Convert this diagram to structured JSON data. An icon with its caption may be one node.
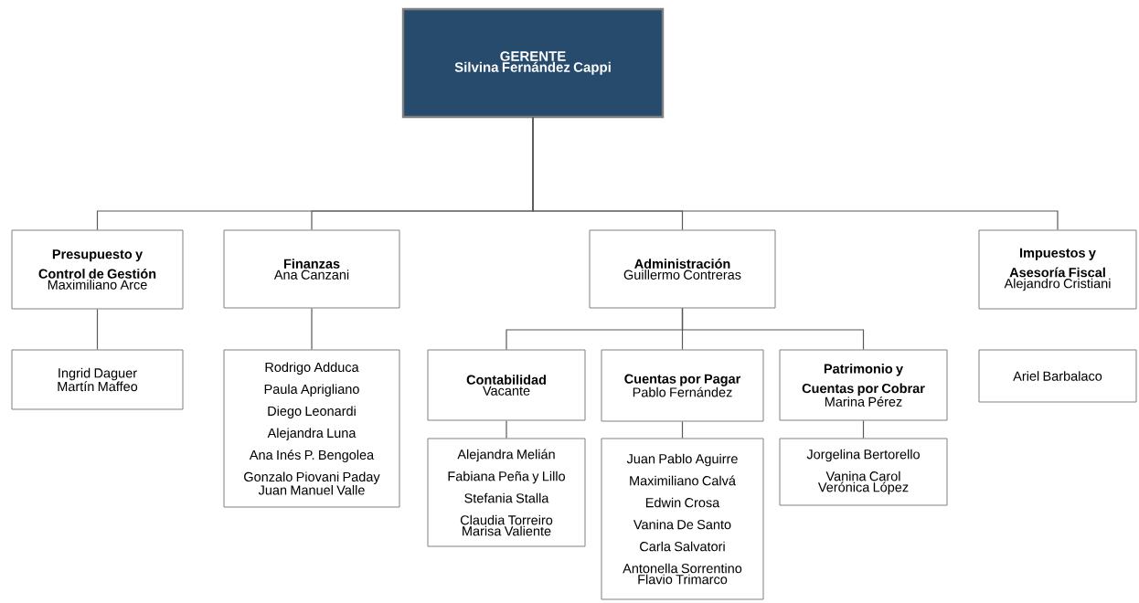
{
  "diagram": {
    "nodes": [
      {
        "text": [
          "GERENTE",
          "Silvina Fernández Cappi"
        ]
      },
      {
        "text": [
          "Presupuesto y Control de Gestión",
          "Maximiliano Arce"
        ]
      },
      {
        "text": [
          "Ingrid Daguer",
          "Martín Maffeo"
        ]
      },
      {
        "text": [
          "Finanzas",
          "Ana Canzani"
        ]
      },
      {
        "text": [
          "Rodrigo Adduca",
          "Paula Aprigliano",
          "Diego Leonardi",
          "Alejandra Luna",
          "Ana Inés P. Bengolea",
          "Gonzalo Piovani Paday",
          "Juan Manuel Valle"
        ]
      },
      {
        "text": [
          "Administración",
          "Guillermo Contreras"
        ]
      },
      {
        "text": [
          "Contabilidad",
          "Vacante"
        ]
      },
      {
        "text": [
          "Alejandra Melián",
          "Fabiana Peña y Lillo",
          "Stefania Stalla",
          "Claudia Torreiro",
          "Marisa Valiente"
        ]
      },
      {
        "text": [
          "Cuentas por Pagar",
          "Pablo Fernández"
        ]
      },
      {
        "text": [
          "Juan Pablo Aguirre",
          "Maximiliano Calvá",
          "Edwin Crosa",
          "Vanina De Santo",
          "Carla Salvatori",
          "Antonella Sorrentino",
          "Flavio Trimarco"
        ]
      },
      {
        "text": [
          "Patrimonio y Cuentas por Cobrar",
          "Marina Pérez"
        ]
      },
      {
        "text": [
          "Jorgelina Bertorello",
          "Vanina Carol",
          "Verónica López"
        ]
      },
      {
        "text": [
          "Impuestos y Asesoría Fiscal",
          "Alejandro Cristiani"
        ]
      },
      {
        "text": [
          "Ariel Barbalaco"
        ]
      }
    ],
    "edges": [
      {
        "from": 0,
        "to": 1,
        "arrow": "none"
      },
      {
        "from": 0,
        "to": 3,
        "arrow": "none"
      },
      {
        "from": 0,
        "to": 5,
        "arrow": "none"
      },
      {
        "from": 0,
        "to": 12,
        "arrow": "none"
      },
      {
        "from": 1,
        "to": 2,
        "arrow": "none"
      },
      {
        "from": 3,
        "to": 4,
        "arrow": "none"
      },
      {
        "from": 5,
        "to": 6,
        "arrow": "none"
      },
      {
        "from": 5,
        "to": 8,
        "arrow": "none"
      },
      {
        "from": 5,
        "to": 10,
        "arrow": "none"
      },
      {
        "from": 6,
        "to": 7,
        "arrow": "none"
      },
      {
        "from": 8,
        "to": 9,
        "arrow": "none"
      },
      {
        "from": 10,
        "to": 11,
        "arrow": "none"
      }
    ]
  }
}
